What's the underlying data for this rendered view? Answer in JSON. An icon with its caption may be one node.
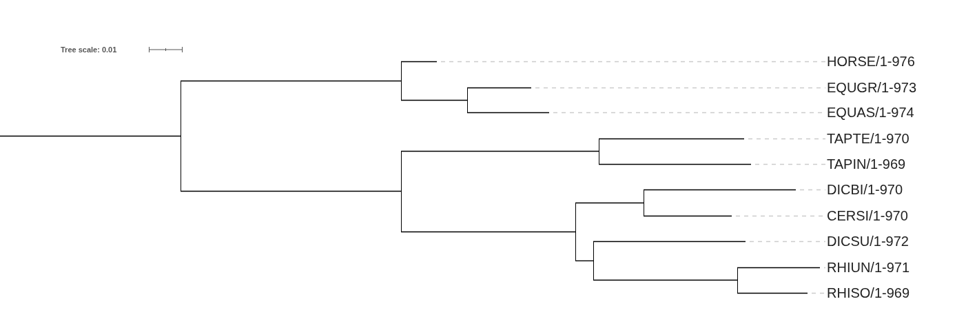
{
  "diagram": {
    "nodes": [
      {
        "text": [],
        "shape": "bar"
      },
      {
        "text": [],
        "shape": "bar"
      },
      {
        "text": [],
        "shape": "bar"
      },
      {
        "text": [],
        "shape": "bar"
      },
      {
        "text": [],
        "shape": "bar"
      },
      {
        "text": [],
        "shape": "bar"
      },
      {
        "text": [],
        "shape": "bar"
      },
      {
        "text": [],
        "shape": "bar"
      },
      {
        "text": [],
        "shape": "bar"
      },
      {
        "text": [
          "HORSE/1-976"
        ]
      },
      {
        "text": [
          "EQUGR/1-973"
        ]
      },
      {
        "text": [
          "EQUAS/1-974"
        ]
      },
      {
        "text": [
          "TAPTE/1-970"
        ]
      },
      {
        "text": [
          "TAPIN/1-969"
        ]
      },
      {
        "text": [
          "DICBI/1-970"
        ]
      },
      {
        "text": [
          "CERSI/1-970"
        ]
      },
      {
        "text": [
          "DICSU/1-972"
        ]
      },
      {
        "text": [
          "RHIUN/1-971"
        ]
      },
      {
        "text": [
          "RHISO/1-969"
        ]
      }
    ],
    "edges": [
      {
        "from": null,
        "to": 0,
        "arrow": "none"
      },
      {
        "from": 0,
        "to": 1,
        "arrow": "none"
      },
      {
        "from": 0,
        "to": 3,
        "arrow": "none"
      },
      {
        "from": 1,
        "to": 9,
        "arrow": "none"
      },
      {
        "from": 1,
        "to": 2,
        "arrow": "none"
      },
      {
        "from": 2,
        "to": 10,
        "arrow": "none"
      },
      {
        "from": 2,
        "to": 11,
        "arrow": "none"
      },
      {
        "from": 3,
        "to": 4,
        "arrow": "none"
      },
      {
        "from": 3,
        "to": 5,
        "arrow": "none"
      },
      {
        "from": 4,
        "to": 12,
        "arrow": "none"
      },
      {
        "from": 4,
        "to": 13,
        "arrow": "none"
      },
      {
        "from": 5,
        "to": 6,
        "arrow": "none"
      },
      {
        "from": 5,
        "to": 7,
        "arrow": "none"
      },
      {
        "from": 6,
        "to": 14,
        "arrow": "none"
      },
      {
        "from": 6,
        "to": 15,
        "arrow": "none"
      },
      {
        "from": 7,
        "to": 16,
        "arrow": "none"
      },
      {
        "from": 7,
        "to": 8,
        "arrow": "none"
      },
      {
        "from": 8,
        "to": 17,
        "arrow": "none"
      },
      {
        "from": 8,
        "to": 18,
        "arrow": "none"
      }
    ],
    "labels": [
      "Tree scale: 0.01"
    ]
  }
}
